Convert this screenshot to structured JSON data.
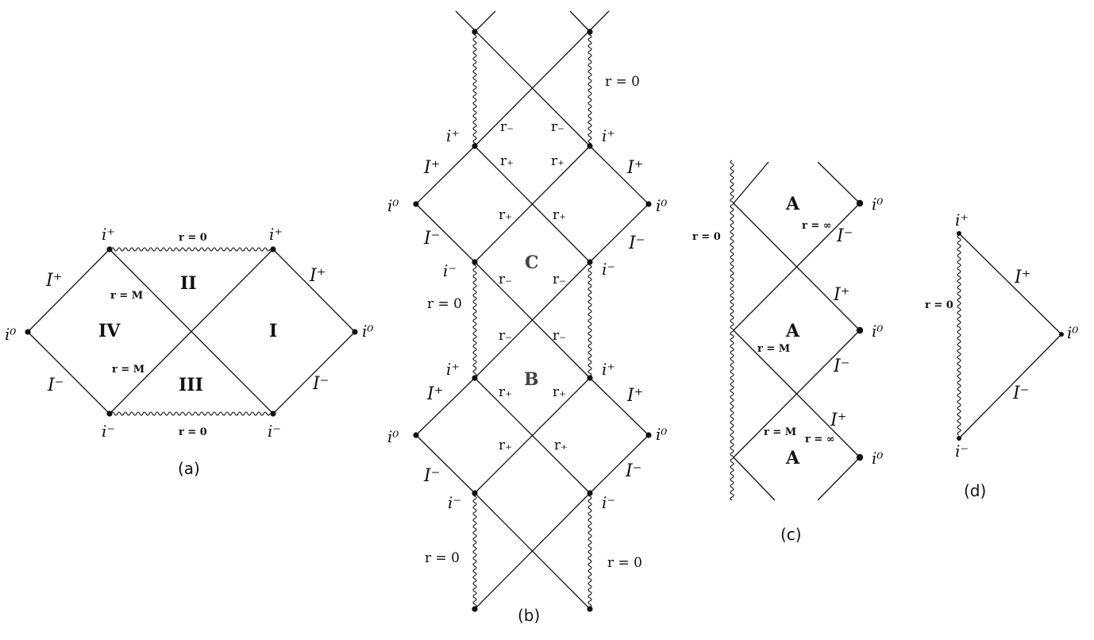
{
  "labels": {
    "i_plus": "i⁺",
    "i_minus": "i⁻",
    "i_zero": "i⁰",
    "scri_plus": "I⁺",
    "scri_minus": "I⁻",
    "r_zero": "r = 0",
    "r_M": "r = M",
    "r_inf": "r = ∞",
    "r_minus": "r₋",
    "r_plus": "r₊"
  },
  "panel_a": {
    "caption": "(a)",
    "regions": [
      "II",
      "IV",
      "I",
      "III"
    ]
  },
  "panel_b": {
    "caption": "(b)",
    "regions": [
      "C",
      "B"
    ]
  },
  "panel_c": {
    "caption": "(c)",
    "region": "A"
  },
  "panel_d": {
    "caption": "(d)"
  }
}
